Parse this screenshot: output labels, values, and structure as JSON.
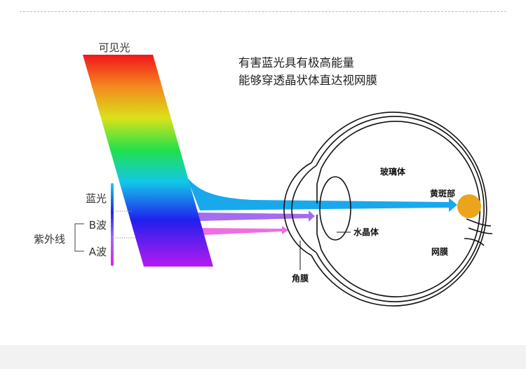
{
  "visible_light_label": "可见光",
  "headline": [
    "有害蓝光具有极高能量",
    "能够穿透晶状体直达视网膜"
  ],
  "spectrum_labels": {
    "blue_light": "蓝光",
    "uvb": "B波",
    "uva": "A波",
    "uv": "紫外线"
  },
  "eye_labels": {
    "vitreous": "玻璃体",
    "macula": "黄斑部",
    "lens": "水晶体",
    "retina": "网膜",
    "cornea": "角膜"
  },
  "colors": {
    "blue_beam": "#1aa8ec",
    "uvb_beam": "#a46cf0",
    "uva_beam": "#f06ee0",
    "macula": "#eba51c"
  }
}
